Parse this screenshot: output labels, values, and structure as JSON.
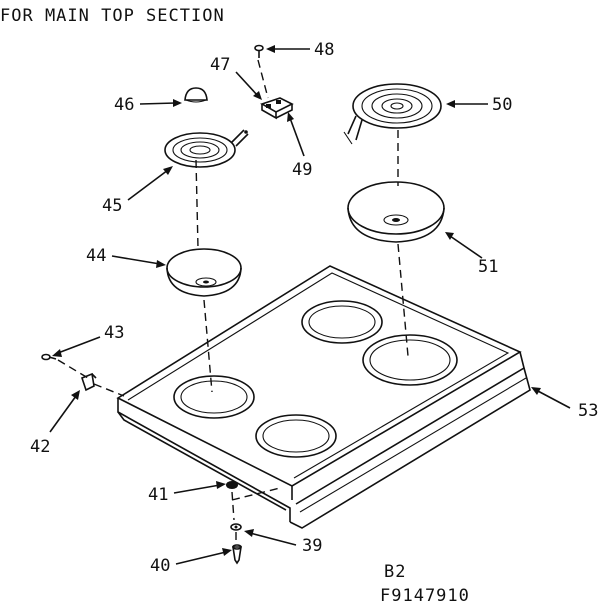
{
  "title": "FOR MAIN TOP SECTION",
  "footer": {
    "line1": "B2",
    "line2": "F9147910"
  },
  "parts": [
    {
      "key": "p40",
      "number": "40"
    },
    {
      "key": "p39",
      "number": "39"
    },
    {
      "key": "p41",
      "number": "41"
    },
    {
      "key": "p42",
      "number": "42"
    },
    {
      "key": "p43",
      "number": "43"
    },
    {
      "key": "p44",
      "number": "44"
    },
    {
      "key": "p45",
      "number": "45"
    },
    {
      "key": "p46",
      "number": "46"
    },
    {
      "key": "p47",
      "number": "47"
    },
    {
      "key": "p48",
      "number": "48"
    },
    {
      "key": "p49",
      "number": "49"
    },
    {
      "key": "p50",
      "number": "50"
    },
    {
      "key": "p51",
      "number": "51"
    },
    {
      "key": "p53",
      "number": "53"
    }
  ]
}
